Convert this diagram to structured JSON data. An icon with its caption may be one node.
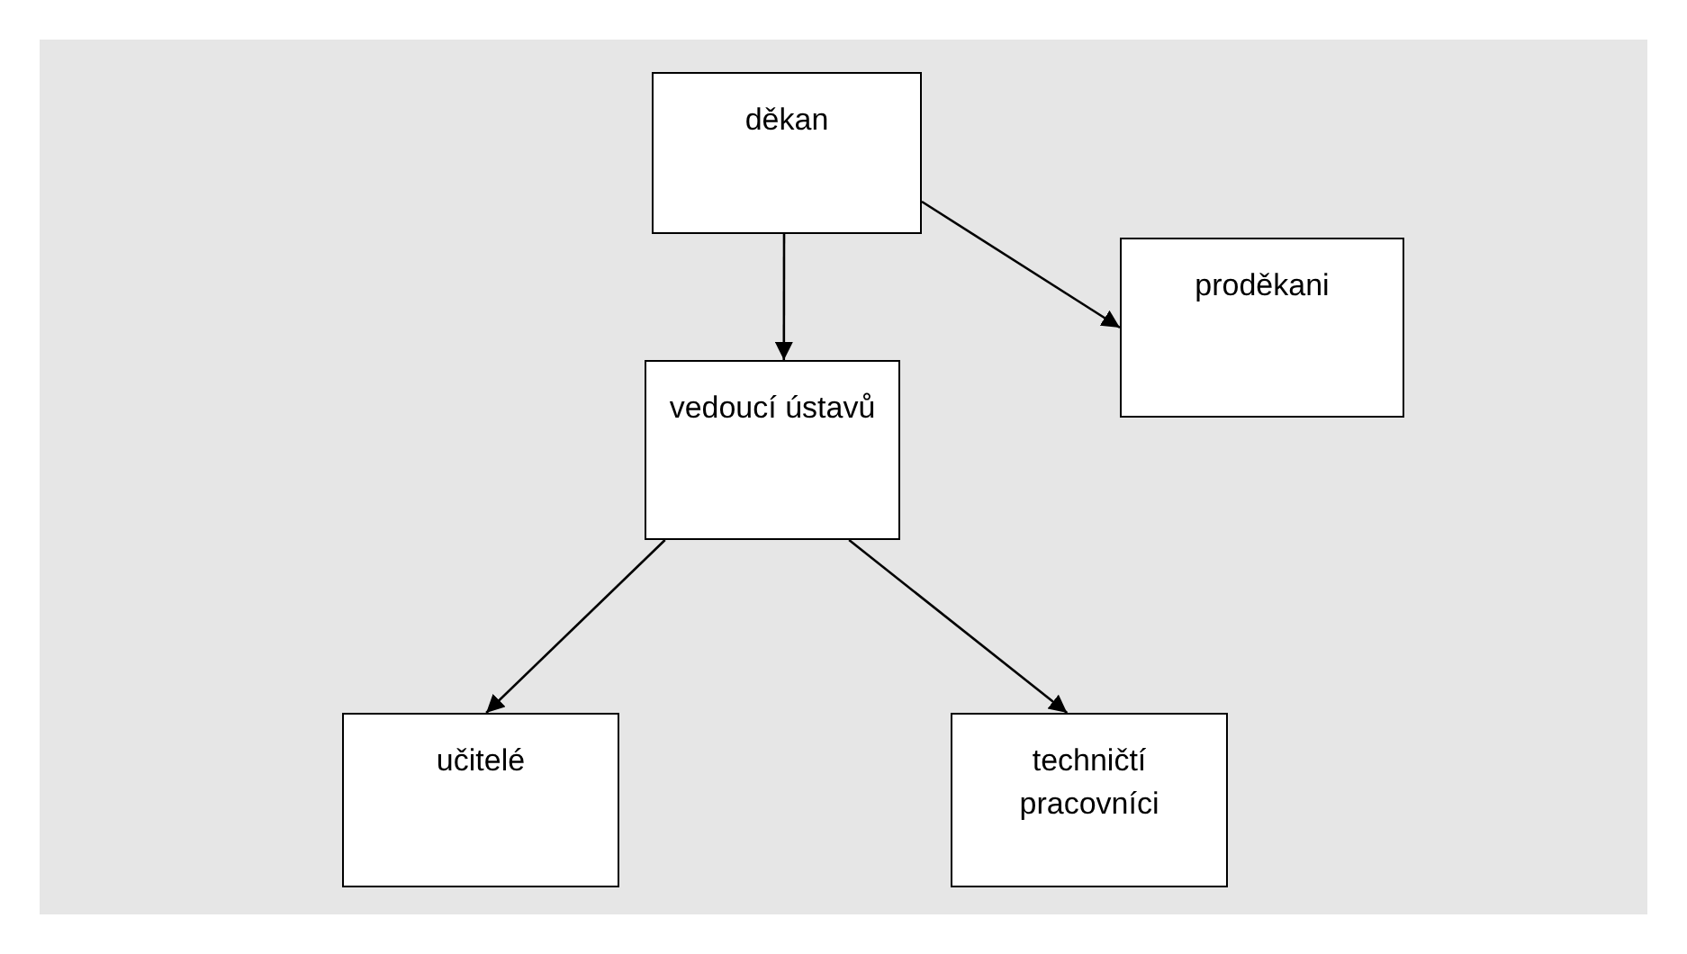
{
  "diagram": {
    "nodes": [
      {
        "text": [
          "děkan"
        ]
      },
      {
        "text": [
          "proděkani"
        ]
      },
      {
        "text": [
          "vedoucí ústavů"
        ]
      },
      {
        "text": [
          "učitelé"
        ]
      },
      {
        "text": [
          "techničtí pracovníci"
        ]
      }
    ],
    "edges": [
      {
        "from": 0,
        "to": 2,
        "arrow": "to"
      },
      {
        "from": 0,
        "to": 1,
        "arrow": "to"
      },
      {
        "from": 2,
        "to": 3,
        "arrow": "to"
      },
      {
        "from": 2,
        "to": 4,
        "arrow": "to"
      }
    ]
  }
}
